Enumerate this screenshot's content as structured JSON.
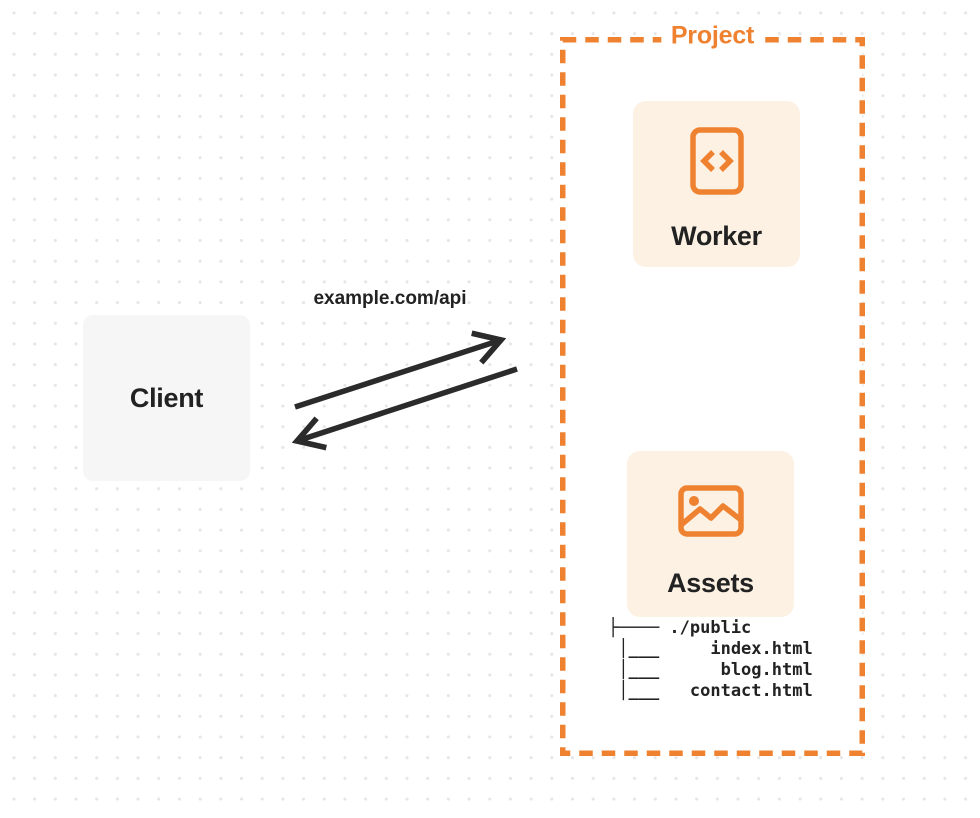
{
  "client": {
    "label": "Client"
  },
  "request": {
    "label": "example.com/api"
  },
  "project": {
    "label": "Project",
    "nodes": [
      {
        "label": "Worker",
        "icon": "code-file-icon"
      },
      {
        "label": "Assets",
        "icon": "image-icon"
      }
    ],
    "file_tree": {
      "lines": [
        "├──── ./public",
        " │___     index.html",
        " │___      blog.html",
        " │___   contact.html"
      ]
    }
  },
  "colors": {
    "accent_orange": "#ee8230",
    "card_cream": "#fcf1e2",
    "client_gray": "#f6f6f6",
    "ink": "#222222",
    "arrow": "#2b2b2b",
    "grid_dot": "#e6e6e7"
  }
}
